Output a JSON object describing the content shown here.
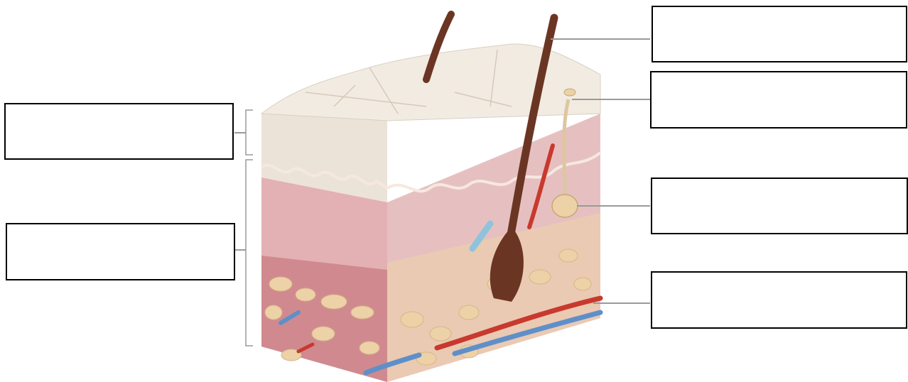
{
  "labels": [
    {
      "id": "hair-shaft",
      "text": ""
    },
    {
      "id": "sebaceous-duct",
      "text": ""
    },
    {
      "id": "sebaceous-gland",
      "text": ""
    },
    {
      "id": "blood-vessels",
      "text": ""
    },
    {
      "id": "epidermis",
      "text": ""
    },
    {
      "id": "dermis",
      "text": ""
    }
  ],
  "colors": {
    "epidermis": "#ece3d8",
    "dermis": "#e3b1b3",
    "hypodermis": "#d08a8f",
    "fat": "#ecd2a6",
    "hair": "#6b3524",
    "artery": "#c8392e",
    "vein": "#5f8fc9",
    "leader": "#9a9a9a"
  }
}
